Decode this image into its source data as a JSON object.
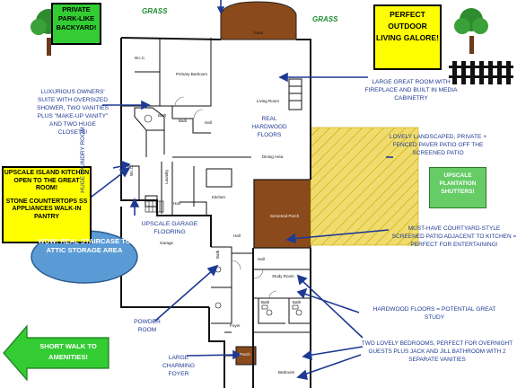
{
  "grass_labels": [
    "GRASS",
    "GRASS"
  ],
  "callouts": {
    "private_backyard": "PRIVATE PARK-LIKE BACKYARD!",
    "perfect_outdoor": "PERFECT OUTDOOR LIVING GALORE!",
    "owners_suite": "LUXURIOUS OWNERS' SUITE WITH OVERSIZED SHOWER, TWO VANITIES PLUS \"MAKE-UP VANITY\" AND TWO HUGE CLOSETS!",
    "great_room": "LARGE GREAT ROOM WITH FIREPLACE AND BUILT IN MEDIA CABINETRY",
    "real_hardwood": "REAL HARDWOOD FLOORS",
    "landscaped_patio": "LOVELY LANDSCAPED, PRIVATE + FENCED PAVER PATIO OFF THE SCREENED PATIO",
    "kitchen_title": "UPSCALE ISLAND KITCHEN OPEN TO THE GREAT ROOM!",
    "kitchen_features": "STONE COUNTERTOPS SS APPLIANCES WALK-IN PANTRY",
    "huge_laundry": "HUGE LAUNDRY ROOM",
    "upscale_shutters": "UPSCALE PLANTATION SHUTTERS!",
    "courtyard_patio": "MUST-HAVE COURTYARD-STYLE SCREENED PATIO ADJACENT TO KITCHEN = PERFECT FOR ENTERTAINING!",
    "garage_flooring": "UPSCALE GARAGE FLOORING",
    "staircase": "WOW! REAL STAIRCASE TO ATTIC STORAGE AREA",
    "powder_room": "POWDER ROOM",
    "hardwood_study": "HARDWOOD FLOORS = POTENTIAL GREAT STUDY",
    "amenities": "SHORT WALK TO AMENITIES!",
    "charming_foyer": "LARGE CHARMING FOYER",
    "two_bedrooms": "TWO LOVELY BEDROOMS, PERFECT FOR OVERNIGHT GUESTS PLUS JACK AND JILL BATHROOM WITH 2 SEPARATE VANITIES"
  },
  "rooms": {
    "patio": "Patio",
    "wic_top": "W.I.C.",
    "primary_bedroom": "Primary Bedroom",
    "living_room": "Living Room",
    "bath_primary": "Bath",
    "bath_small": "Bath",
    "hall_top": "Hall",
    "dining_area": "Dining Area",
    "wic_side": "W.I.C.",
    "laundry": "Laundry",
    "kitchen": "Kitchen",
    "hall_kitchen": "Hall",
    "screened_porch": "Screened Porch",
    "hall_middle": "Hall",
    "garage": "Garage",
    "bath_powder": "Bath",
    "hall_study": "Hall",
    "study_room": "Study Room",
    "bath_lower_left": "Bath",
    "bath_lower_right": "Bath",
    "foyer": "Foyer",
    "porch": "Porch",
    "bedroom": "Bedroom"
  },
  "colors": {
    "callout_text": "#1f3a93",
    "yellow_box": "#ffff00",
    "green_box": "#33cc33",
    "shutters_box": "#66cc66",
    "wood_floor": "#8b4a1c",
    "paver": "#f0dc6e",
    "oval": "#5b9bd5",
    "arrow": "#1f3a93"
  }
}
